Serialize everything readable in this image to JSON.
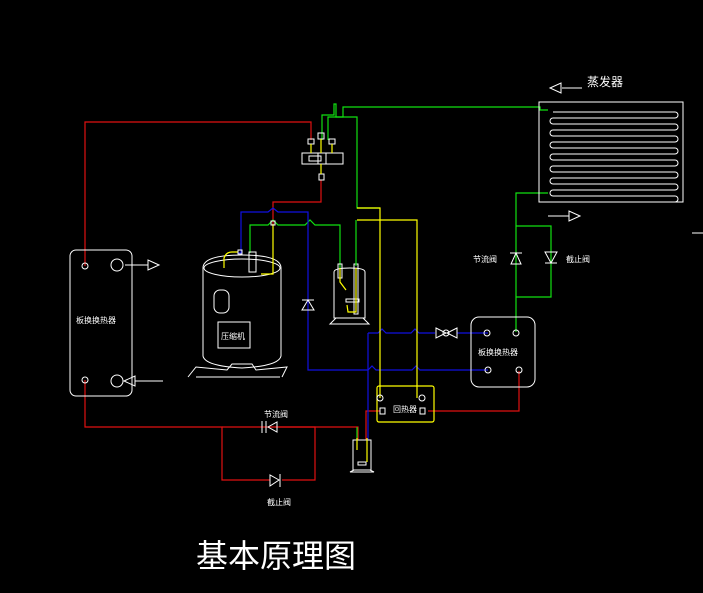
{
  "diagram": {
    "title": "基本原理图",
    "background": "#000000",
    "line_colors": {
      "discharge": "#e01010",
      "suction": "#10e010",
      "liquid": "#1010e0",
      "aux": "#ffff00",
      "equipment": "#ffffff"
    },
    "components": {
      "evaporator": {
        "label": "蒸发器"
      },
      "plate_hx_left": {
        "label": "板换换热器"
      },
      "plate_hx_right": {
        "label": "板换换热器"
      },
      "compressor": {
        "label": "压缩机"
      },
      "regenerator": {
        "label": "回热器"
      },
      "throttle_valve_right": {
        "label": "节流阀"
      },
      "stop_valve_right": {
        "label": "截止阀"
      },
      "throttle_valve_bottom": {
        "label": "节流阀"
      },
      "stop_valve_bottom": {
        "label": "截止阀"
      },
      "four_way_valve": {
        "label": ""
      },
      "gas_liquid_separator": {
        "label": ""
      },
      "receiver": {
        "label": ""
      }
    }
  }
}
